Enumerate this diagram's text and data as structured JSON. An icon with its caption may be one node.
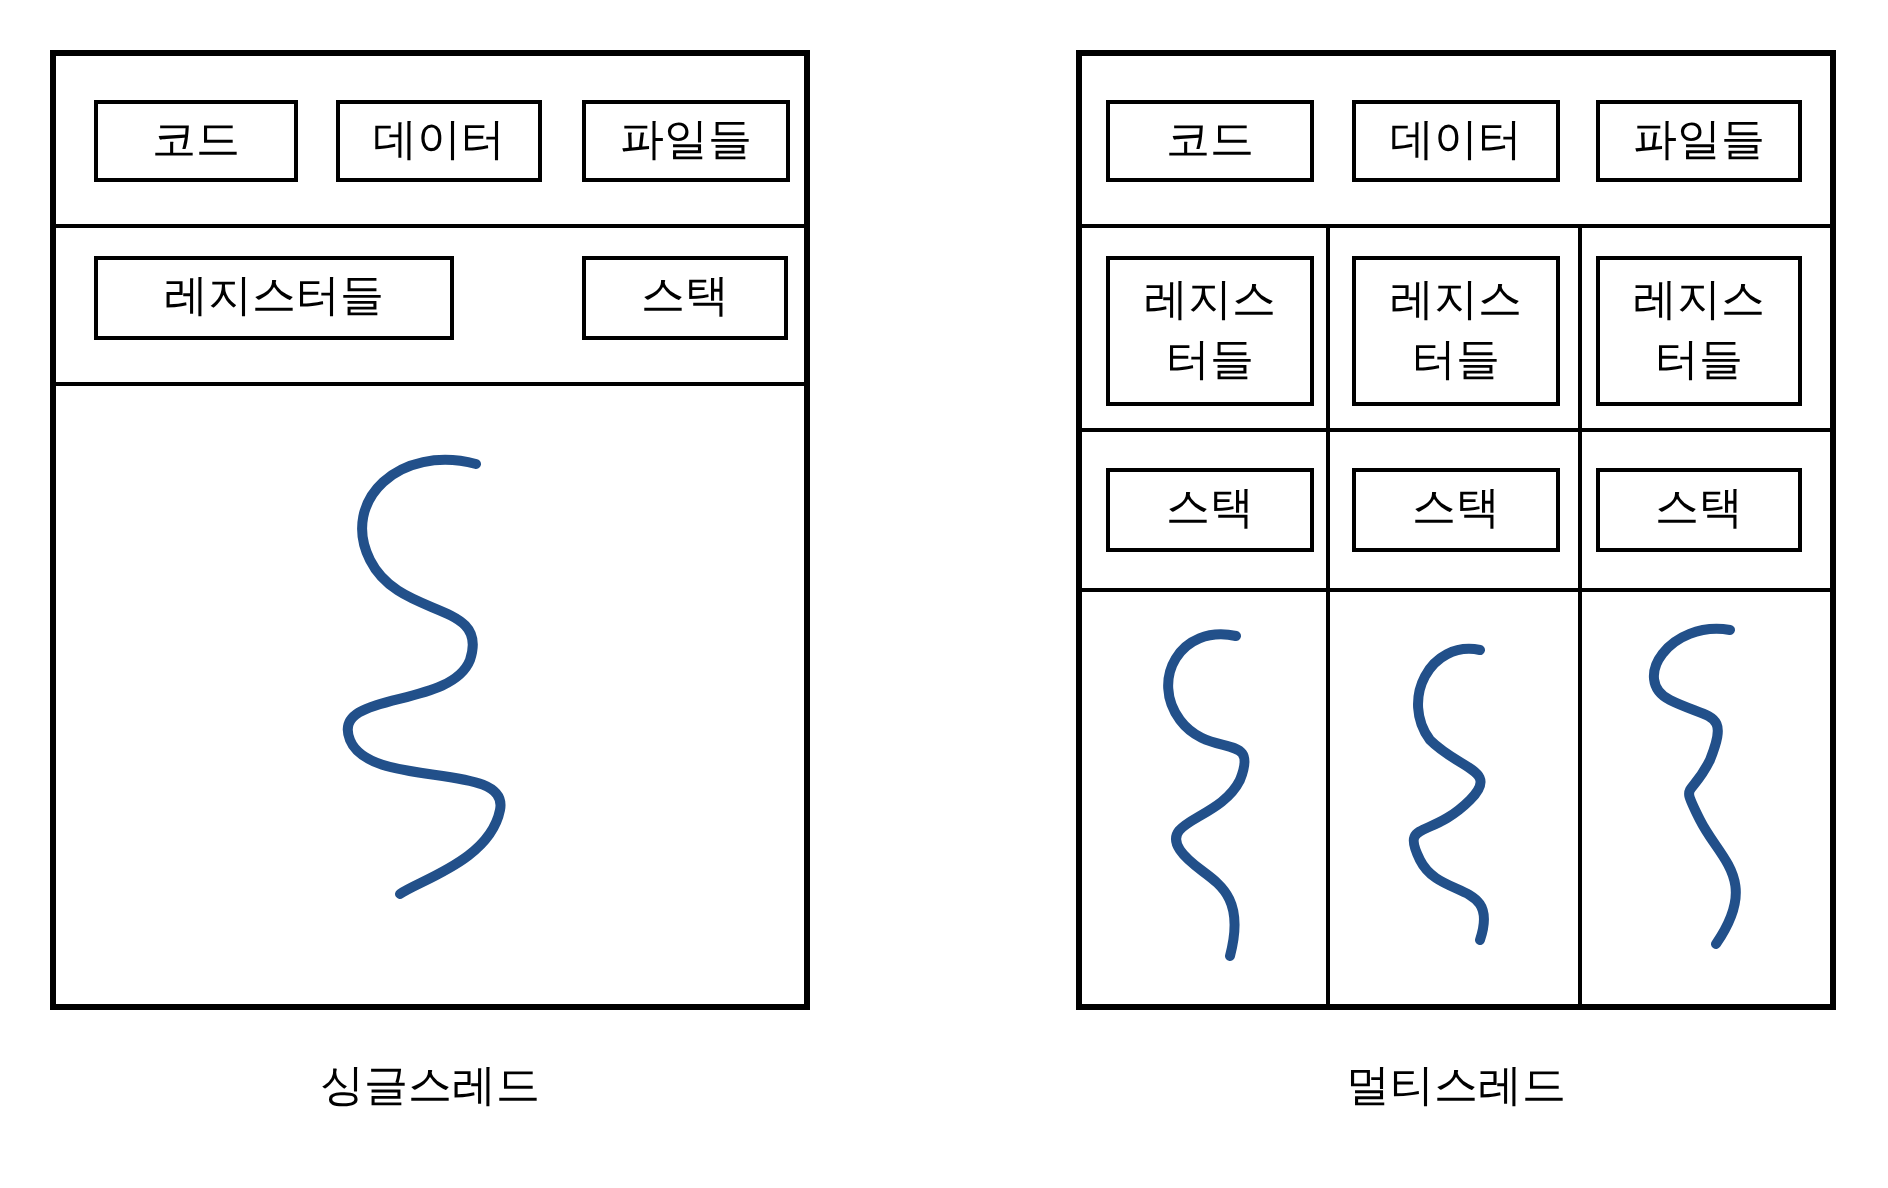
{
  "diagram": {
    "nodes": [
      {
        "text": [
          "싱글스레드"
        ]
      },
      {
        "text": [
          "코드"
        ],
        "in": 0
      },
      {
        "text": [
          "데이터"
        ],
        "in": 0
      },
      {
        "text": [
          "파일들"
        ],
        "in": 0
      },
      {
        "text": [
          "레지스터들"
        ],
        "in": 0
      },
      {
        "text": [
          "스택"
        ],
        "in": 0
      },
      {
        "text": [
          "멀티스레드"
        ]
      },
      {
        "text": [
          "코드"
        ],
        "in": 6
      },
      {
        "text": [
          "데이터"
        ],
        "in": 6
      },
      {
        "text": [
          "파일들"
        ],
        "in": 6
      },
      {
        "text": [
          "레지스터들"
        ],
        "in": 6
      },
      {
        "text": [
          "레지스터들"
        ],
        "in": 6
      },
      {
        "text": [
          "레지스터들"
        ],
        "in": 6
      },
      {
        "text": [
          "스택"
        ],
        "in": 6
      },
      {
        "text": [
          "스택"
        ],
        "in": 6
      },
      {
        "text": [
          "스택"
        ],
        "in": 6
      }
    ]
  }
}
